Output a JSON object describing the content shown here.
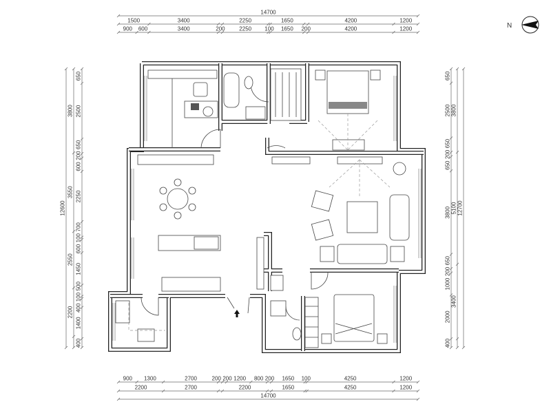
{
  "compass": {
    "north_label": "N"
  },
  "dimensions": {
    "top": [
      {
        "values": [
          14700
        ],
        "labels": [
          "14700"
        ]
      },
      {
        "values": [
          1500,
          3400,
          200,
          2250,
          100,
          1650,
          200,
          4200,
          1200
        ],
        "labels": [
          "1500",
          "3400",
          "",
          "2250",
          "",
          "1650",
          "",
          "4200",
          "1200"
        ]
      },
      {
        "values": [
          900,
          600,
          3400,
          200,
          2250,
          100,
          1650,
          200,
          4200,
          1200
        ],
        "labels": [
          "900",
          "600",
          "3400",
          "200",
          "2250",
          "100",
          "1650",
          "200",
          "4200",
          "1200"
        ]
      }
    ],
    "bottom": [
      {
        "values": [
          900,
          1300,
          2700,
          200,
          200,
          1200,
          800,
          200,
          1650,
          100,
          4250,
          1200
        ],
        "labels": [
          "900",
          "1300",
          "2700",
          "200",
          "200",
          "1200",
          "800",
          "200",
          "1650",
          "100",
          "4250",
          "1200"
        ]
      },
      {
        "values": [
          2200,
          2700,
          200,
          2200,
          200,
          1650,
          100,
          4250,
          1200
        ],
        "labels": [
          "2200",
          "2700",
          "",
          "2200",
          "",
          "1650",
          "",
          "4250",
          "1200"
        ]
      },
      {
        "values": [
          14700
        ],
        "labels": [
          "14700"
        ]
      }
    ],
    "left": [
      {
        "values": [
          12600
        ],
        "labels": [
          "12600"
        ]
      },
      {
        "values": [
          3800,
          3550,
          2550,
          2200,
          500
        ],
        "labels": [
          "3800",
          "3550",
          "2550",
          "2200",
          ""
        ]
      },
      {
        "values": [
          650,
          2500,
          650,
          200,
          600,
          2250,
          700,
          100,
          600,
          1450,
          500,
          100,
          400,
          1400,
          400
        ],
        "labels": [
          "650",
          "2500",
          "650",
          "200",
          "600",
          "2250",
          "700",
          "100",
          "600",
          "1450",
          "500",
          "100",
          "400",
          "1400",
          "400"
        ]
      }
    ],
    "right": [
      {
        "values": [
          650,
          2500,
          650,
          200,
          650,
          3800,
          650,
          200,
          1000,
          2000,
          400
        ],
        "labels": [
          "650",
          "2500",
          "650",
          "200",
          "650",
          "3800",
          "650",
          "200",
          "1000",
          "2000",
          "400"
        ]
      },
      {
        "values": [
          3800,
          5100,
          3400,
          400
        ],
        "labels": [
          "3800",
          "5100",
          "3400",
          ""
        ]
      },
      {
        "values": [
          12700
        ],
        "labels": [
          "12700"
        ]
      }
    ]
  }
}
